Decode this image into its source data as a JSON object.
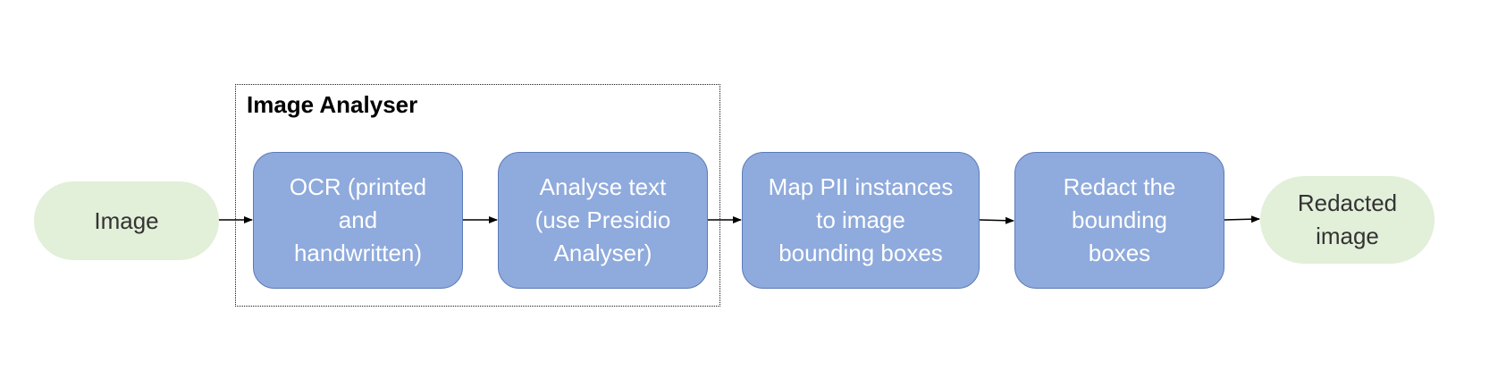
{
  "diagram": {
    "group": {
      "title": "Image Analyser"
    },
    "nodes": {
      "image": "Image",
      "ocr": "OCR (printed\nand\nhandwritten)",
      "analyse": "Analyse text\n(use Presidio\nAnalyser)",
      "map": "Map PII instances\nto image\nbounding boxes",
      "redact": "Redact the\nbounding\nboxes",
      "redacted": "Redacted\nimage"
    },
    "colors": {
      "terminal_fill": "#e2efd9",
      "process_fill": "#8faadc",
      "process_border": "#5b7bb8",
      "arrow": "#000000"
    }
  }
}
